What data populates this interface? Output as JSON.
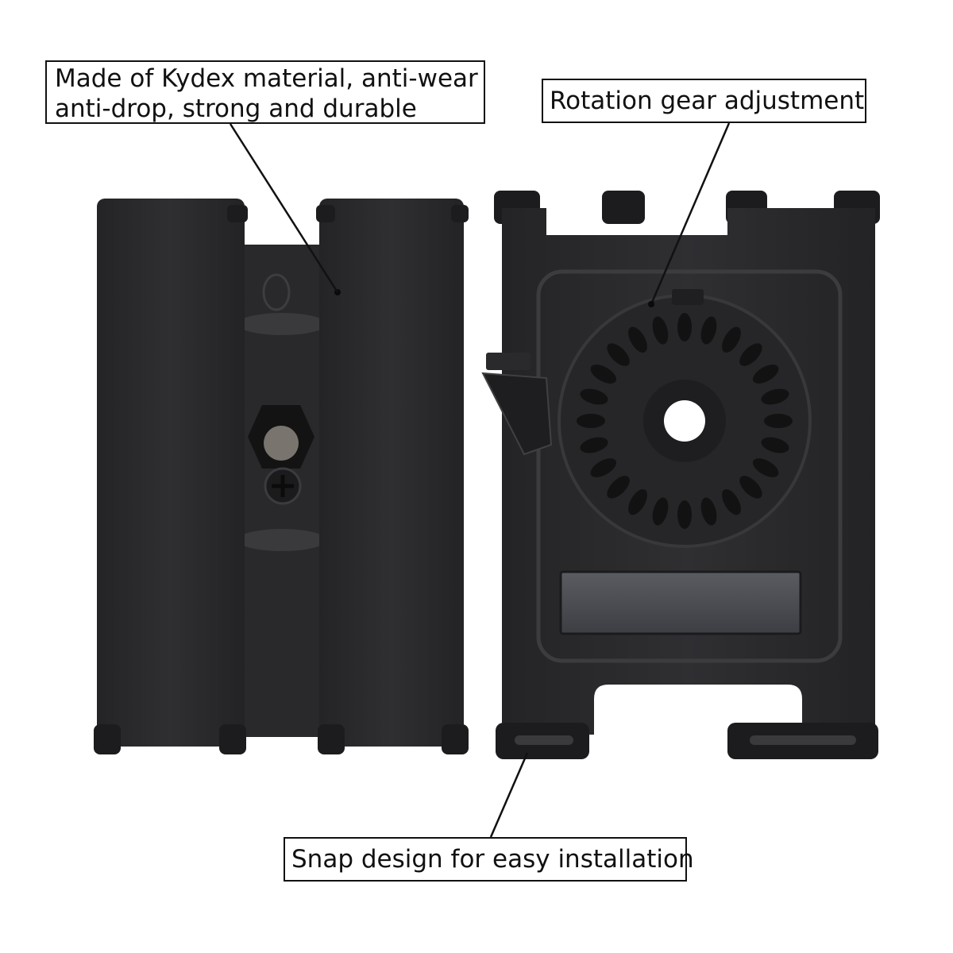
{
  "callouts": {
    "material": {
      "line1": "Made of Kydex material, anti-wear",
      "line2": "anti-drop, strong and durable"
    },
    "rotation": "Rotation gear adjustment",
    "snap": "Snap design for easy installation"
  },
  "photo": {
    "subject": "belt clip holster mount, back and front views",
    "colors": {
      "background": "#ffffff",
      "plastic_body": "#2b2b2d",
      "plastic_dark": "#1a1a1c",
      "plastic_highlight": "#3a3a3d",
      "label_strip": "#4a4c52"
    }
  }
}
